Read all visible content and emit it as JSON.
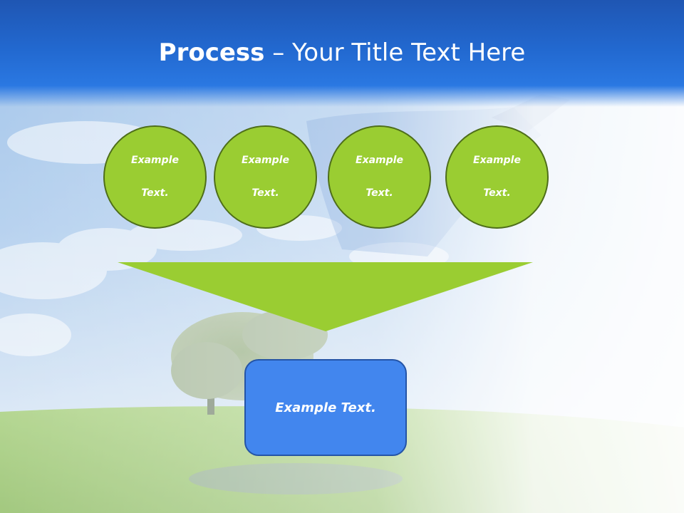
{
  "slide": {
    "title_bold": "Process",
    "title_separator": " – ",
    "title_rest": "Your Title Text Here"
  },
  "process": {
    "steps": [
      {
        "line1": "Example",
        "line2": "Text."
      },
      {
        "line1": "Example",
        "line2": "Text."
      },
      {
        "line1": "Example",
        "line2": "Text."
      },
      {
        "line1": "Example",
        "line2": "Text."
      }
    ],
    "result_label": "Example Text."
  },
  "colors": {
    "title_bar": "#2268cf",
    "step_fill": "#9acd32",
    "step_border": "#4e6e1a",
    "funnel": "#9acd32",
    "result_fill": "#4286ee",
    "result_border": "#2454a6"
  }
}
